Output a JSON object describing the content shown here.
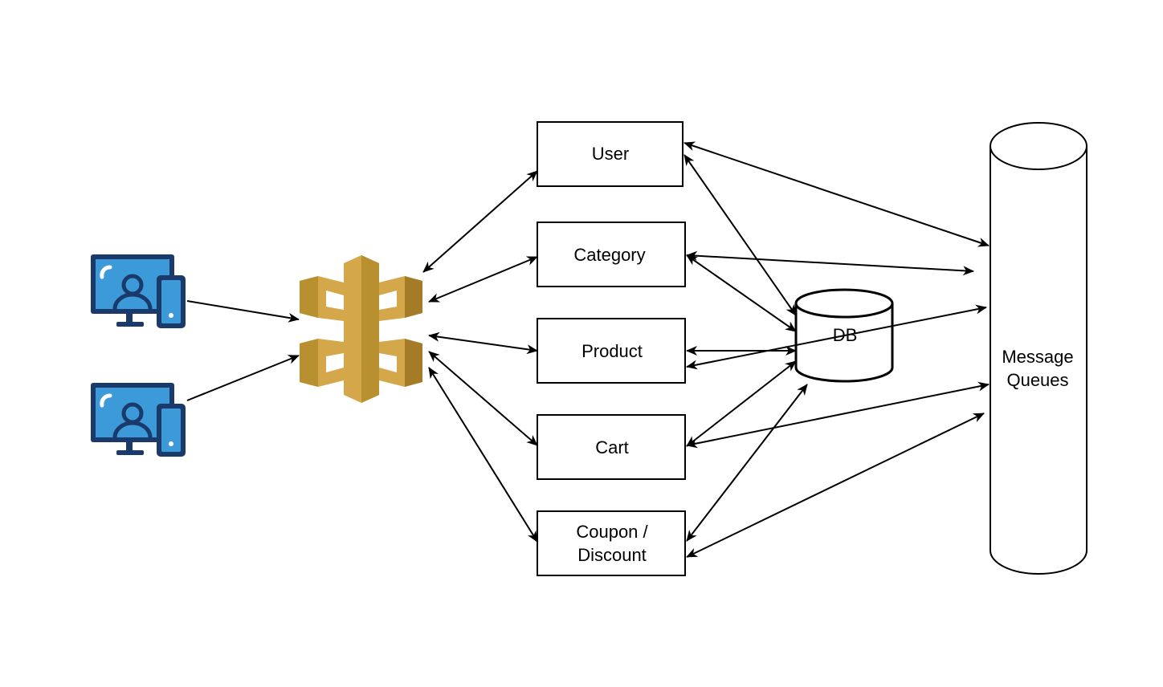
{
  "nodes": {
    "user": "User",
    "category": "Category",
    "product": "Product",
    "cart": "Cart",
    "coupon_line1": "Coupon /",
    "coupon_line2": "Discount",
    "db": "DB",
    "mq_line1": "Message",
    "mq_line2": "Queues"
  },
  "icons": {
    "client_top": "desktop-mobile-user-icon",
    "client_bottom": "desktop-mobile-user-icon",
    "gateway": "api-gateway-icon"
  },
  "colors": {
    "client_dark": "#1a3a6b",
    "client_light": "#3d9ad9",
    "gateway_gold": "#d4a84a",
    "gateway_dark": "#a47c28",
    "stroke": "#000000"
  }
}
